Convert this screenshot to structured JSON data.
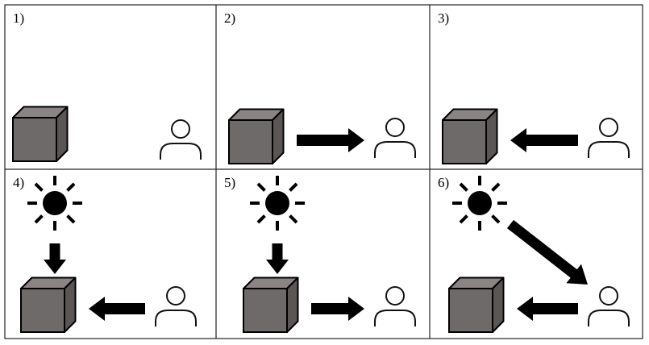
{
  "panels": [
    {
      "label": "1)",
      "sun": false,
      "sun_arrow": "none",
      "object_arrow": "none"
    },
    {
      "label": "2)",
      "sun": false,
      "sun_arrow": "none",
      "object_arrow": "right"
    },
    {
      "label": "3)",
      "sun": false,
      "sun_arrow": "none",
      "object_arrow": "left"
    },
    {
      "label": "4)",
      "sun": true,
      "sun_arrow": "down-to-cube",
      "object_arrow": "left"
    },
    {
      "label": "5)",
      "sun": true,
      "sun_arrow": "down-to-cube",
      "object_arrow": "right"
    },
    {
      "label": "6)",
      "sun": true,
      "sun_arrow": "diagonal-to-person",
      "object_arrow": "left"
    }
  ],
  "icons": {
    "cube": "cube-icon",
    "person": "person-icon",
    "sun": "sun-icon",
    "arrow": "arrow-icon"
  },
  "colors": {
    "cube_front": "#6f6a6a",
    "cube_top": "#8a8484",
    "cube_side": "#5b5656",
    "ink": "#000000"
  }
}
